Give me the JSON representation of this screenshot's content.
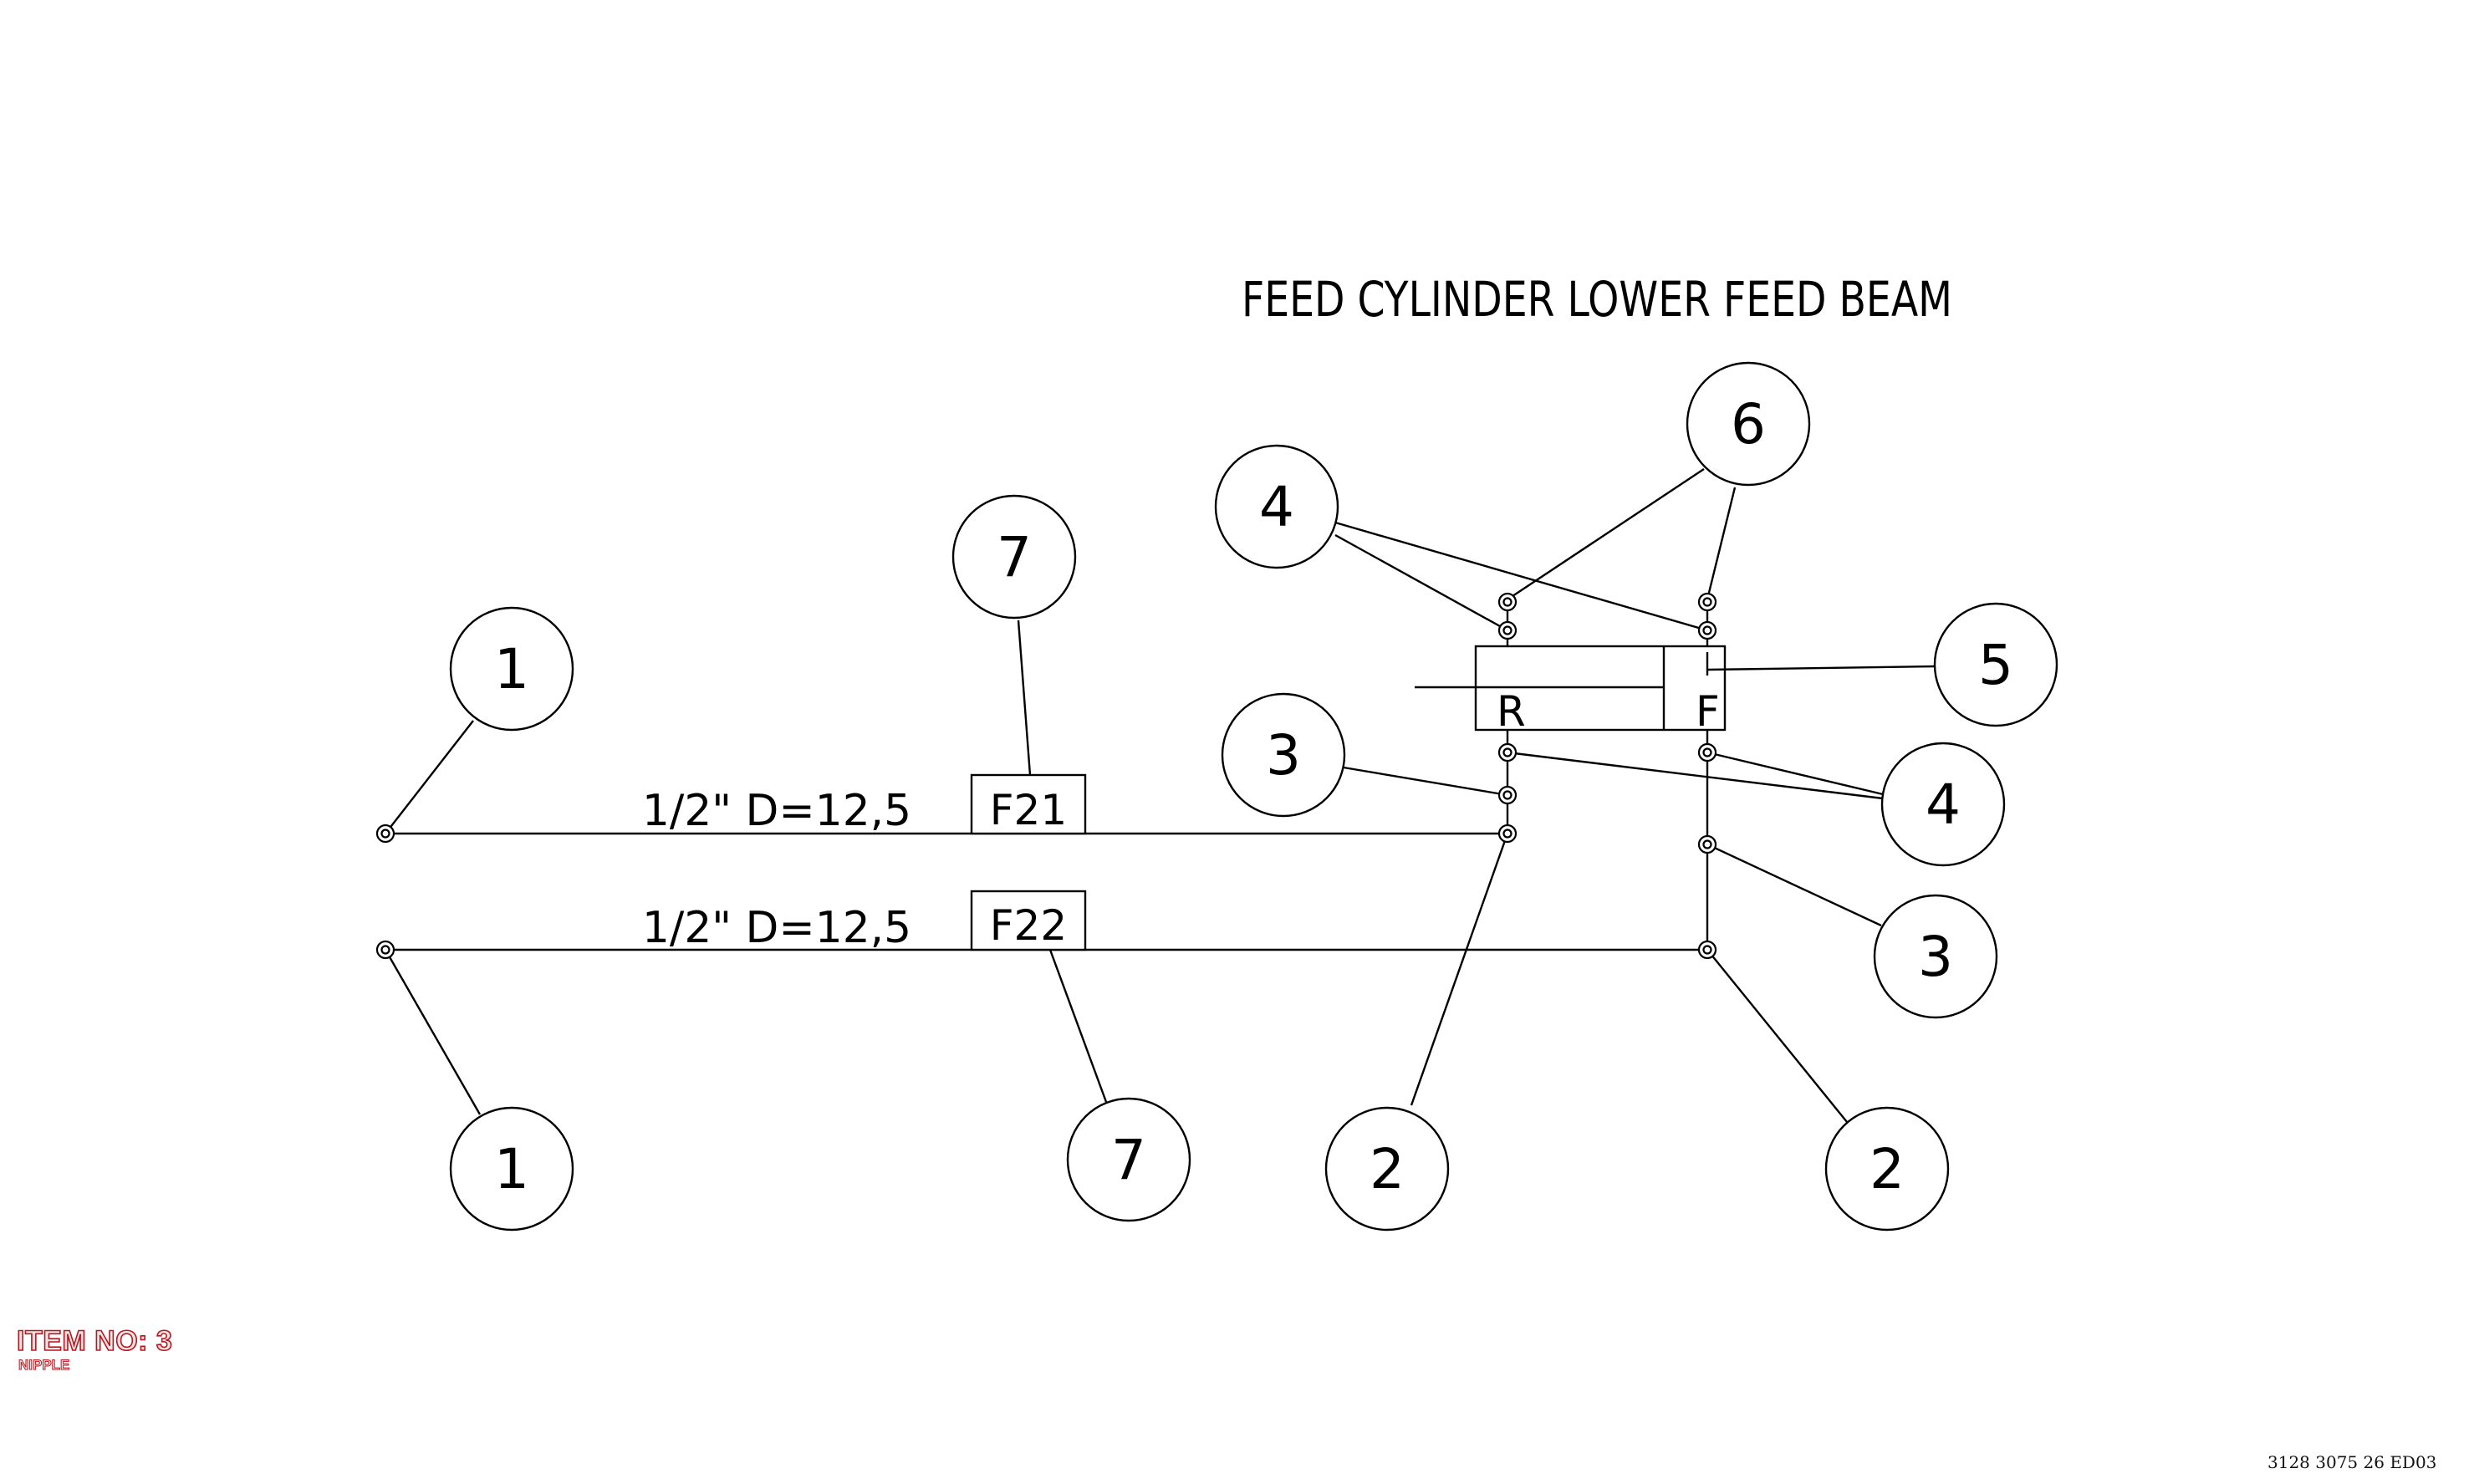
{
  "drawing": {
    "title": "FEED CYLINDER LOWER FEED BEAM",
    "hoses": [
      {
        "spec": "1/2\" D=12,5",
        "tag": "F21"
      },
      {
        "spec": "1/2\" D=12,5",
        "tag": "F22"
      }
    ],
    "cylinder": {
      "port_rear": "R",
      "port_front": "F"
    },
    "balloons": [
      "1",
      "1",
      "2",
      "2",
      "3",
      "3",
      "4",
      "4",
      "5",
      "6",
      "7",
      "7"
    ]
  },
  "item": {
    "label": "ITEM NO: 3",
    "name": "NIPPLE"
  },
  "document_number": "3128 3075 26 ED03"
}
